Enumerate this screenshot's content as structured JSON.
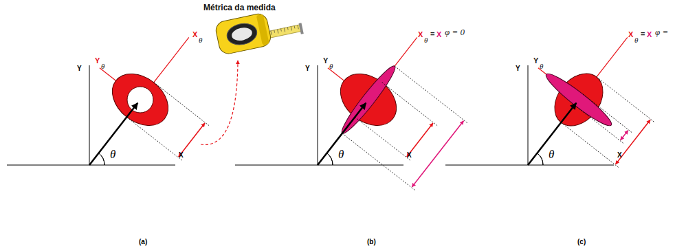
{
  "diagram": {
    "title": "Métrica da medida",
    "labels": [
      "Y",
      "θ",
      "X",
      "θ",
      "Y",
      "X",
      "θ",
      "(a)",
      "X",
      "θ",
      "=",
      "X",
      "φ = 0",
      "Y",
      "θ",
      "Y",
      "X",
      "θ",
      "(b)",
      "Y",
      "θ",
      "X",
      "θ",
      "=",
      "X",
      "φ =",
      "Y",
      "X",
      "θ",
      "(c)"
    ]
  }
}
